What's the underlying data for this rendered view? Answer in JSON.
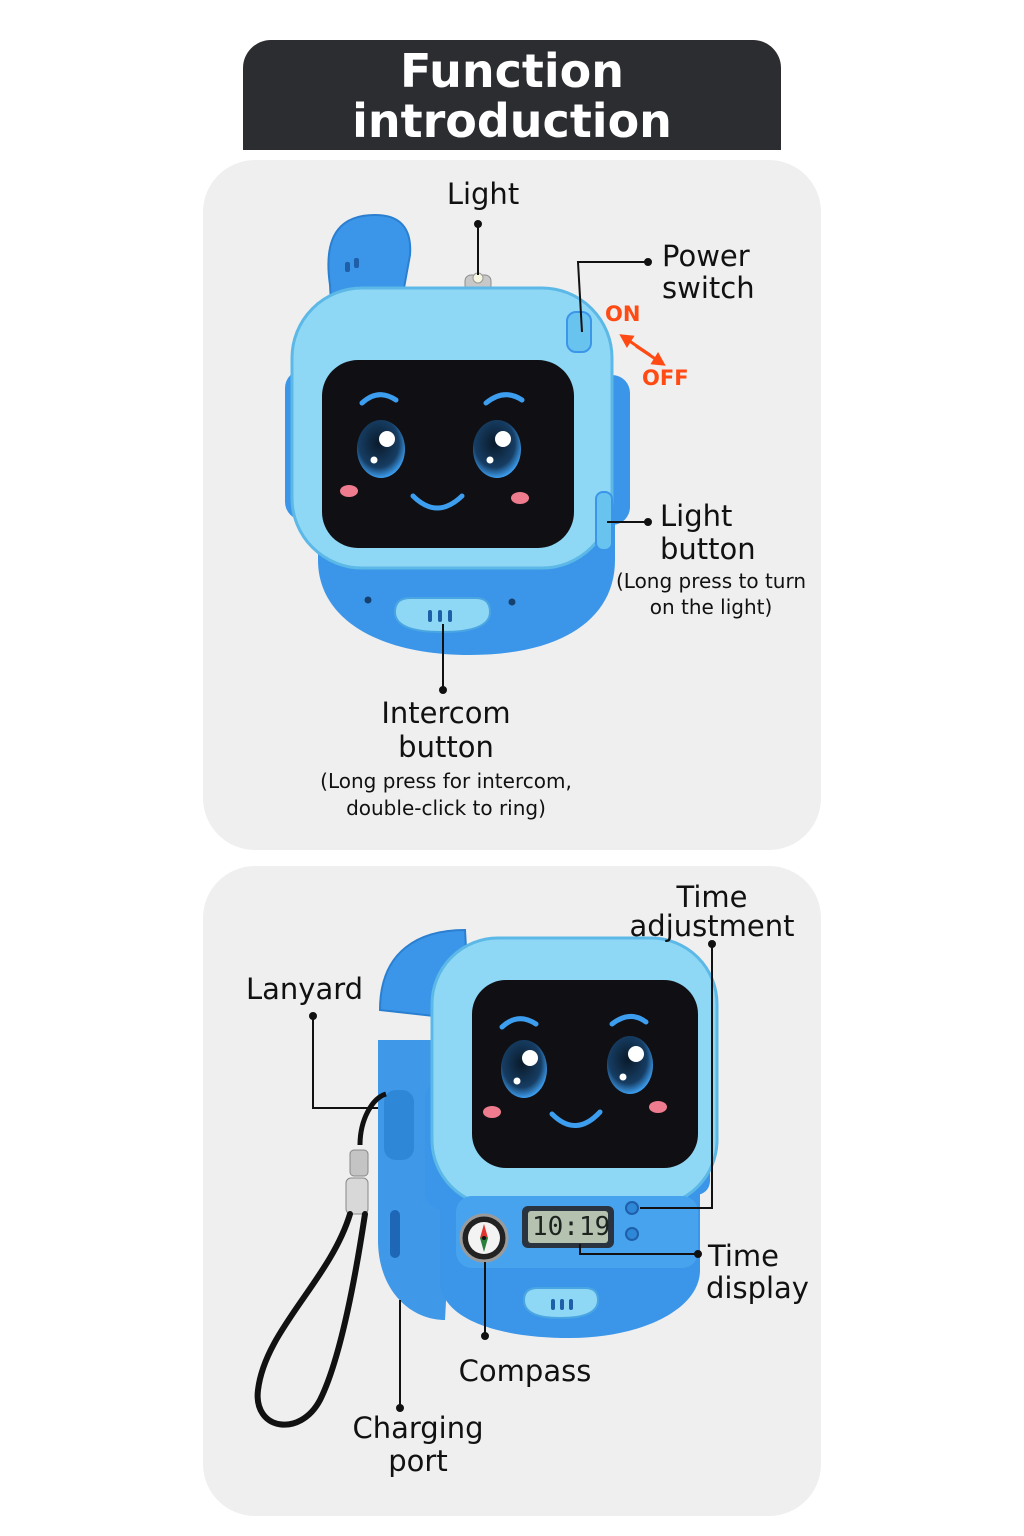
{
  "banner": {
    "title_line1": "Function",
    "title_line2": "introduction"
  },
  "panel1": {
    "light": "Light",
    "power_switch": {
      "line1": "Power",
      "line2": "switch"
    },
    "switch_on": "ON",
    "switch_off": "OFF",
    "light_button": {
      "line1": "Light",
      "line2": "button",
      "note1": "(Long press to turn",
      "note2": "on the light)"
    },
    "intercom_button": {
      "line1": "Intercom",
      "line2": "button",
      "note1": "(Long press for intercom,",
      "note2": "double-click to ring)"
    }
  },
  "panel2": {
    "time_adjustment": {
      "line1": "Time",
      "line2": "adjustment"
    },
    "lanyard": "Lanyard",
    "time_display": {
      "line1": "Time",
      "line2": "display"
    },
    "compass": "Compass",
    "charging_port": {
      "line1": "Charging",
      "line2": "port"
    },
    "lcd_time": "10:19"
  },
  "colors": {
    "banner_bg": "#2c2d30",
    "panel_bg": "#efefef",
    "device_blue": "#3b96ea",
    "device_light_blue": "#8fd8f5",
    "screen_black": "#101014",
    "eye_blue": "#3d9eef",
    "on_off_accent": "#ff4a14"
  }
}
